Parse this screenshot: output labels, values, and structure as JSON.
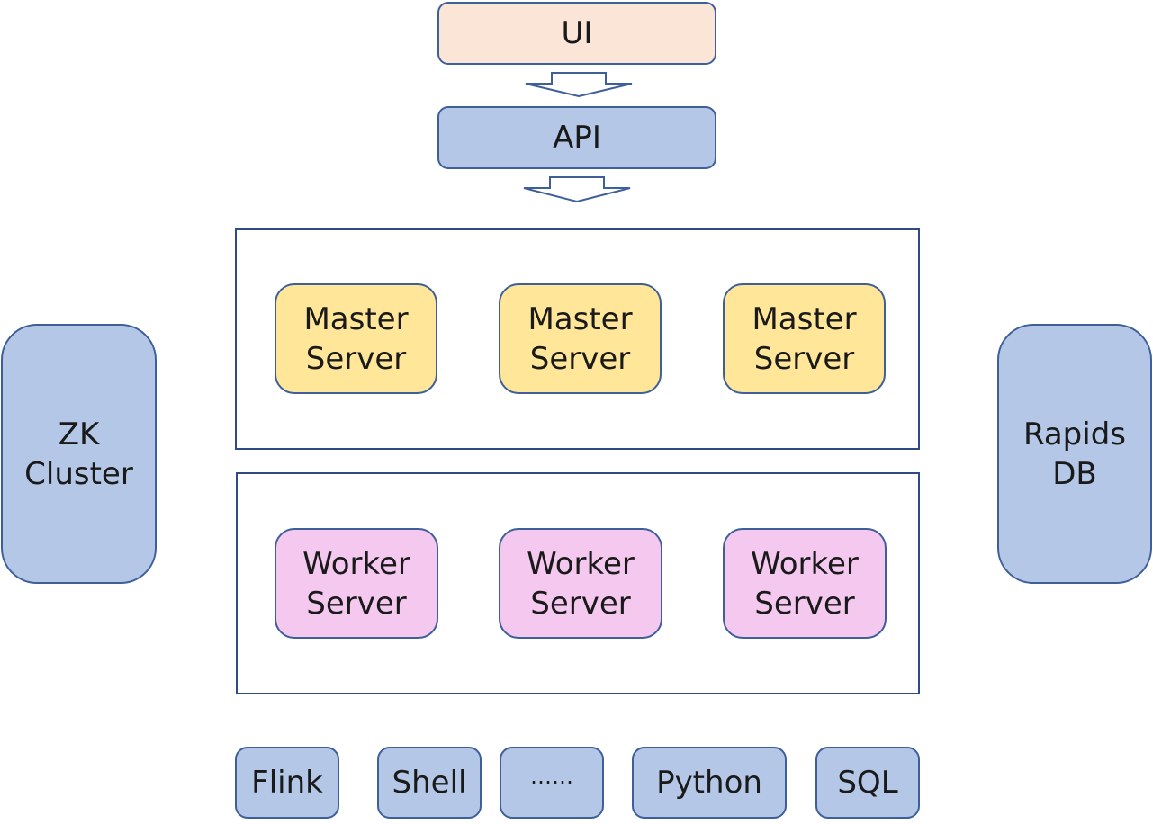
{
  "diagram": {
    "ui": "UI",
    "api": "API",
    "masters": [
      {
        "line1": "Master",
        "line2": "Server"
      },
      {
        "line1": "Master",
        "line2": "Server"
      },
      {
        "line1": "Master",
        "line2": "Server"
      }
    ],
    "workers": [
      {
        "line1": "Worker",
        "line2": "Server"
      },
      {
        "line1": "Worker",
        "line2": "Server"
      },
      {
        "line1": "Worker",
        "line2": "Server"
      }
    ],
    "zk": {
      "line1": "ZK",
      "line2": "Cluster"
    },
    "db": {
      "line1": "Rapids",
      "line2": "DB"
    },
    "tasks": [
      "Flink",
      "Shell",
      "……",
      "Python",
      "SQL"
    ]
  },
  "colors": {
    "border": "#3f5f9a",
    "blue_fill": "#b4c7e7",
    "peach_fill": "#fbe5d6",
    "yellow_fill": "#ffe699",
    "pink_fill": "#f4c8ef"
  }
}
